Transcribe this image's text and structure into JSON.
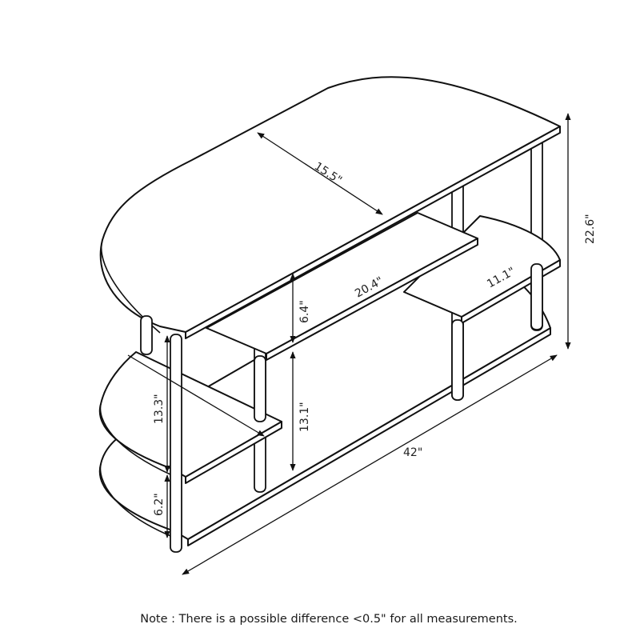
{
  "diagram": {
    "subject": "3-tier corner TV stand line drawing with dimensions",
    "line_color": "#111111",
    "background": "#ffffff"
  },
  "dimensions": {
    "top_depth": "15.5\"",
    "total_height": "22.6\"",
    "middle_shelf_length": "20.4\"",
    "middle_shelf_clearance": "6.4\"",
    "right_shelf_length": "11.1\"",
    "left_upper_clearance": "13.3\"",
    "center_lower_clearance": "13.1\"",
    "bottom_clearance": "6.2\"",
    "total_width": "42\""
  },
  "note": "Note : There is a possible difference <0.5\" for all measurements."
}
